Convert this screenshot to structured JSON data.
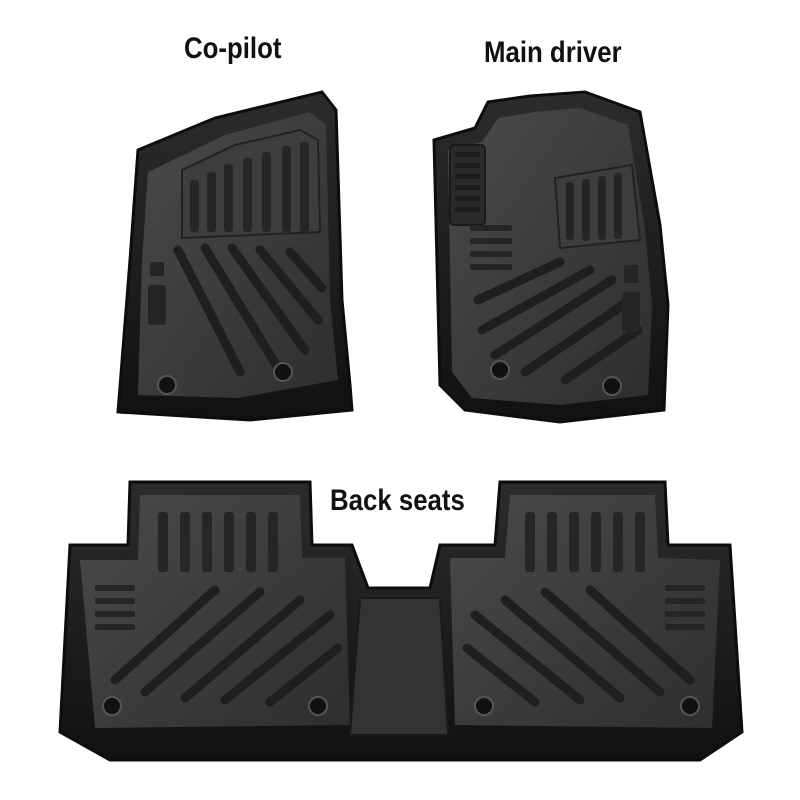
{
  "labels": {
    "copilot": "Co-pilot",
    "main_driver": "Main driver",
    "back_seats": "Back seats"
  },
  "colors": {
    "background": "#ffffff",
    "mat_rim": "#1a1a1a",
    "mat_edge": "#0d0d0d",
    "mat_floor": "#3a3a3a",
    "mat_ridge": "#222222",
    "label_text": "#111111"
  }
}
